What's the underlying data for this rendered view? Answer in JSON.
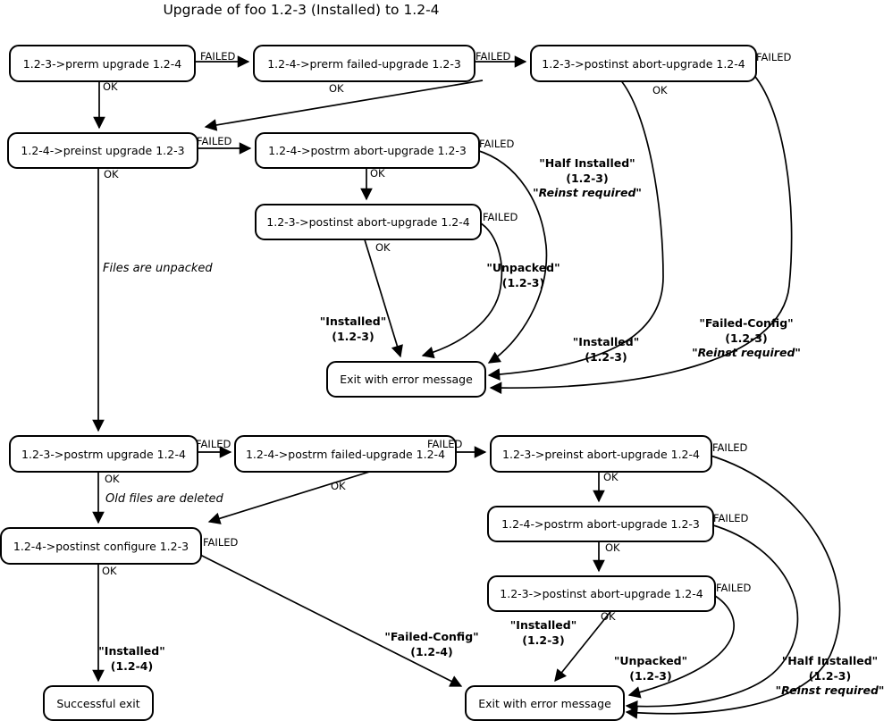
{
  "title": "Upgrade of foo 1.2-3 (Installed) to 1.2-4",
  "labels": {
    "ok": "OK",
    "failed": "FAILED"
  },
  "nodes": [
    {
      "id": "prerm-upgrade",
      "label": "1.2-3->prerm upgrade 1.2-4"
    },
    {
      "id": "prerm-failed-upgrade",
      "label": "1.2-4->prerm failed-upgrade 1.2-3"
    },
    {
      "id": "postinst-abort-upgrade-top",
      "label": "1.2-3->postinst abort-upgrade 1.2-4"
    },
    {
      "id": "preinst-upgrade",
      "label": "1.2-4->preinst upgrade 1.2-3"
    },
    {
      "id": "postrm-abort-upgrade-mid",
      "label": "1.2-4->postrm abort-upgrade 1.2-3"
    },
    {
      "id": "postinst-abort-upgrade-mid",
      "label": "1.2-3->postinst abort-upgrade 1.2-4"
    },
    {
      "id": "exit-error-mid",
      "label": "Exit with error message"
    },
    {
      "id": "postrm-upgrade",
      "label": "1.2-3->postrm upgrade 1.2-4"
    },
    {
      "id": "postrm-failed-upgrade",
      "label": "1.2-4->postrm failed-upgrade 1.2-4"
    },
    {
      "id": "preinst-abort-upgrade",
      "label": "1.2-3->preinst abort-upgrade 1.2-4"
    },
    {
      "id": "postrm-abort-upgrade-bot",
      "label": "1.2-4->postrm abort-upgrade 1.2-3"
    },
    {
      "id": "postinst-abort-upgrade-bot",
      "label": "1.2-3->postinst abort-upgrade 1.2-4"
    },
    {
      "id": "postinst-configure",
      "label": "1.2-4->postinst configure 1.2-3"
    },
    {
      "id": "successful-exit",
      "label": "Successful exit"
    },
    {
      "id": "exit-error-bot",
      "label": "Exit with error message"
    }
  ],
  "annotations": {
    "files_unpacked": "Files are unpacked",
    "old_files_deleted": "Old files are deleted"
  },
  "states": [
    {
      "name": "\"Half Installed\"",
      "version": "(1.2-3)",
      "note": "\"Reinst required\""
    },
    {
      "name": "\"Unpacked\"",
      "version": "(1.2-3)",
      "note": ""
    },
    {
      "name": "\"Installed\"",
      "version": "(1.2-3)",
      "note": ""
    },
    {
      "name": "\"Installed\"",
      "version": "(1.2-3)",
      "note": ""
    },
    {
      "name": "\"Failed-Config\"",
      "version": "(1.2-3)",
      "note": "\"Reinst required\""
    },
    {
      "name": "\"Installed\"",
      "version": "(1.2-4)",
      "note": ""
    },
    {
      "name": "\"Failed-Config\"",
      "version": "(1.2-4)",
      "note": ""
    },
    {
      "name": "\"Installed\"",
      "version": "(1.2-3)",
      "note": ""
    },
    {
      "name": "\"Unpacked\"",
      "version": "(1.2-3)",
      "note": ""
    },
    {
      "name": "\"Half Installed\"",
      "version": "(1.2-3)",
      "note": "\"Reinst required\""
    }
  ],
  "colors": {
    "line": "#000000",
    "background": "#ffffff"
  }
}
